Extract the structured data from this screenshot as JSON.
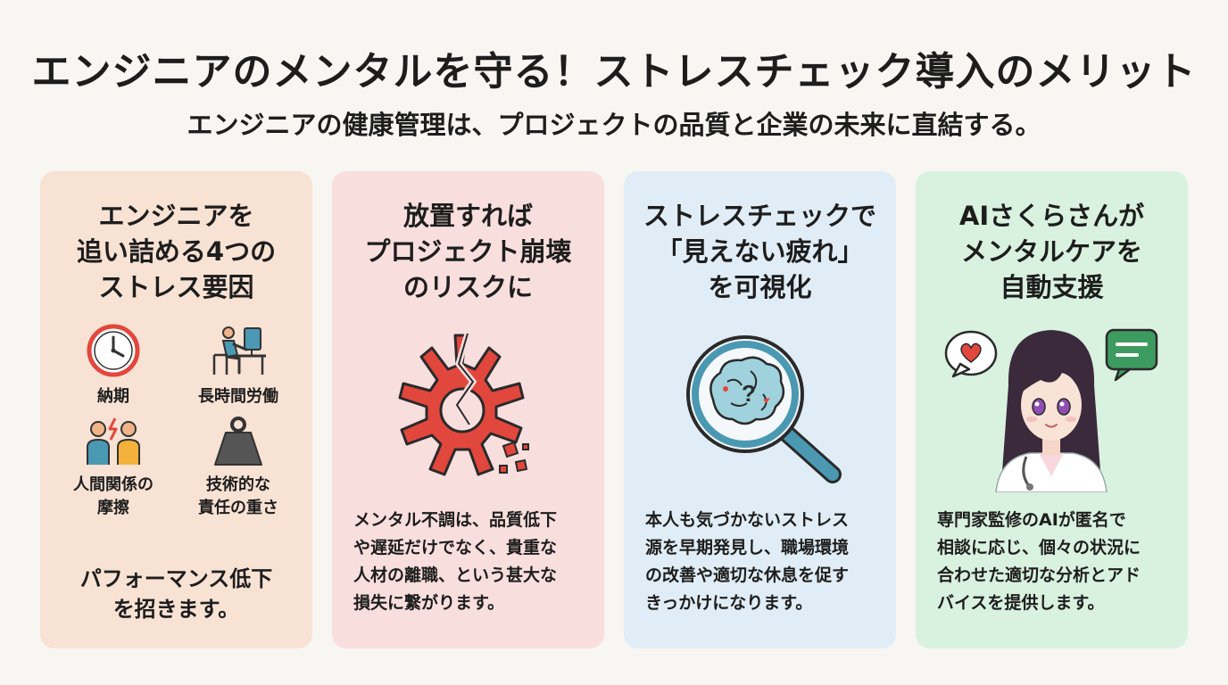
{
  "header": {
    "title": "エンジニアのメンタルを守る！ストレスチェック導入のメリット",
    "subtitle": "エンジニアの健康管理は、プロジェクトの品質と企業の未来に直結する。"
  },
  "cards": [
    {
      "title_lines": [
        "エンジニアを",
        "追い詰める4つの",
        "ストレス要因"
      ],
      "factors": [
        {
          "icon": "clock-icon",
          "label_lines": [
            "納期"
          ]
        },
        {
          "icon": "desk-worker-icon",
          "label_lines": [
            "長時間労働"
          ]
        },
        {
          "icon": "people-conflict-icon",
          "label_lines": [
            "人間関係の",
            "摩擦"
          ]
        },
        {
          "icon": "weight-icon",
          "label_lines": [
            "技術的な",
            "責任の重さ"
          ]
        }
      ],
      "footer_lines": [
        "パフォーマンス低下",
        "を招きます。"
      ],
      "bg_color": "#f8e2d4"
    },
    {
      "title_lines": [
        "放置すれば",
        "プロジェクト崩壊",
        "のリスクに"
      ],
      "illustration": "broken-gear-icon",
      "body_lines": [
        "メンタル不調は、品質低下",
        "や遅延だけでなく、貴重な",
        "人材の離職、という甚大な",
        "損失に繋がります。"
      ],
      "bg_color": "#f9dede"
    },
    {
      "title_lines": [
        "ストレスチェックで",
        "「見えない疲れ」",
        "を可視化"
      ],
      "illustration": "magnifier-brain-icon",
      "body_lines": [
        "本人も気づかないストレス",
        "源を早期発見し、職場環境",
        "の改善や適切な休息を促す",
        "きっかけになります。"
      ],
      "bg_color": "#e0edf6"
    },
    {
      "title_lines": [
        "AIさくらさんが",
        "メンタルケアを",
        "自動支援"
      ],
      "illustration": "ai-doctor-avatar",
      "body_lines": [
        "専門家監修のAIが匿名で",
        "相談に応じ、個々の状況に",
        "合わせた適切な分析とアド",
        "バイスを提供します。"
      ],
      "bg_color": "#d9f1df"
    }
  ],
  "colors": {
    "accent_red": "#e2473d",
    "accent_blue": "#4b98b3",
    "accent_green": "#3e9b60",
    "text": "#1d1d1d"
  }
}
